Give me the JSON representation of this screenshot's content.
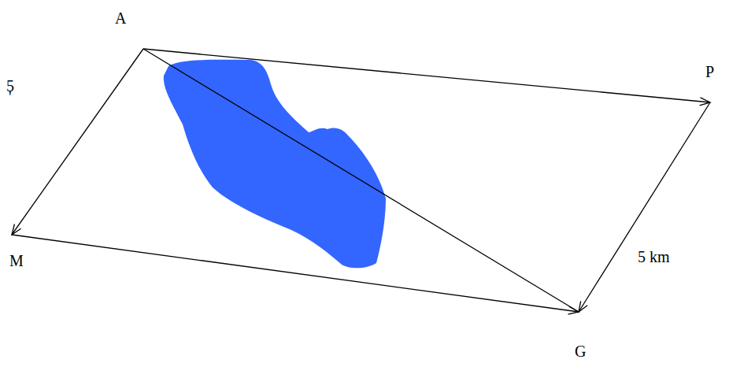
{
  "diagram": {
    "nodes": [
      {
        "text": [
          "A"
        ]
      },
      {
        "text": [
          "P"
        ]
      },
      {
        "text": [
          "M"
        ]
      },
      {
        "text": [
          "G"
        ]
      }
    ],
    "edges": [
      {
        "from": 0,
        "to": 1,
        "arrow": "to"
      },
      {
        "from": 0,
        "to": 2,
        "arrow": "to"
      },
      {
        "from": 2,
        "to": 3,
        "arrow": "to"
      },
      {
        "from": 1,
        "to": 3,
        "arrow": "to"
      },
      {
        "from": 0,
        "to": 3,
        "arrow": "none"
      }
    ],
    "labels": [
      "5",
      "'",
      "5 km"
    ]
  }
}
